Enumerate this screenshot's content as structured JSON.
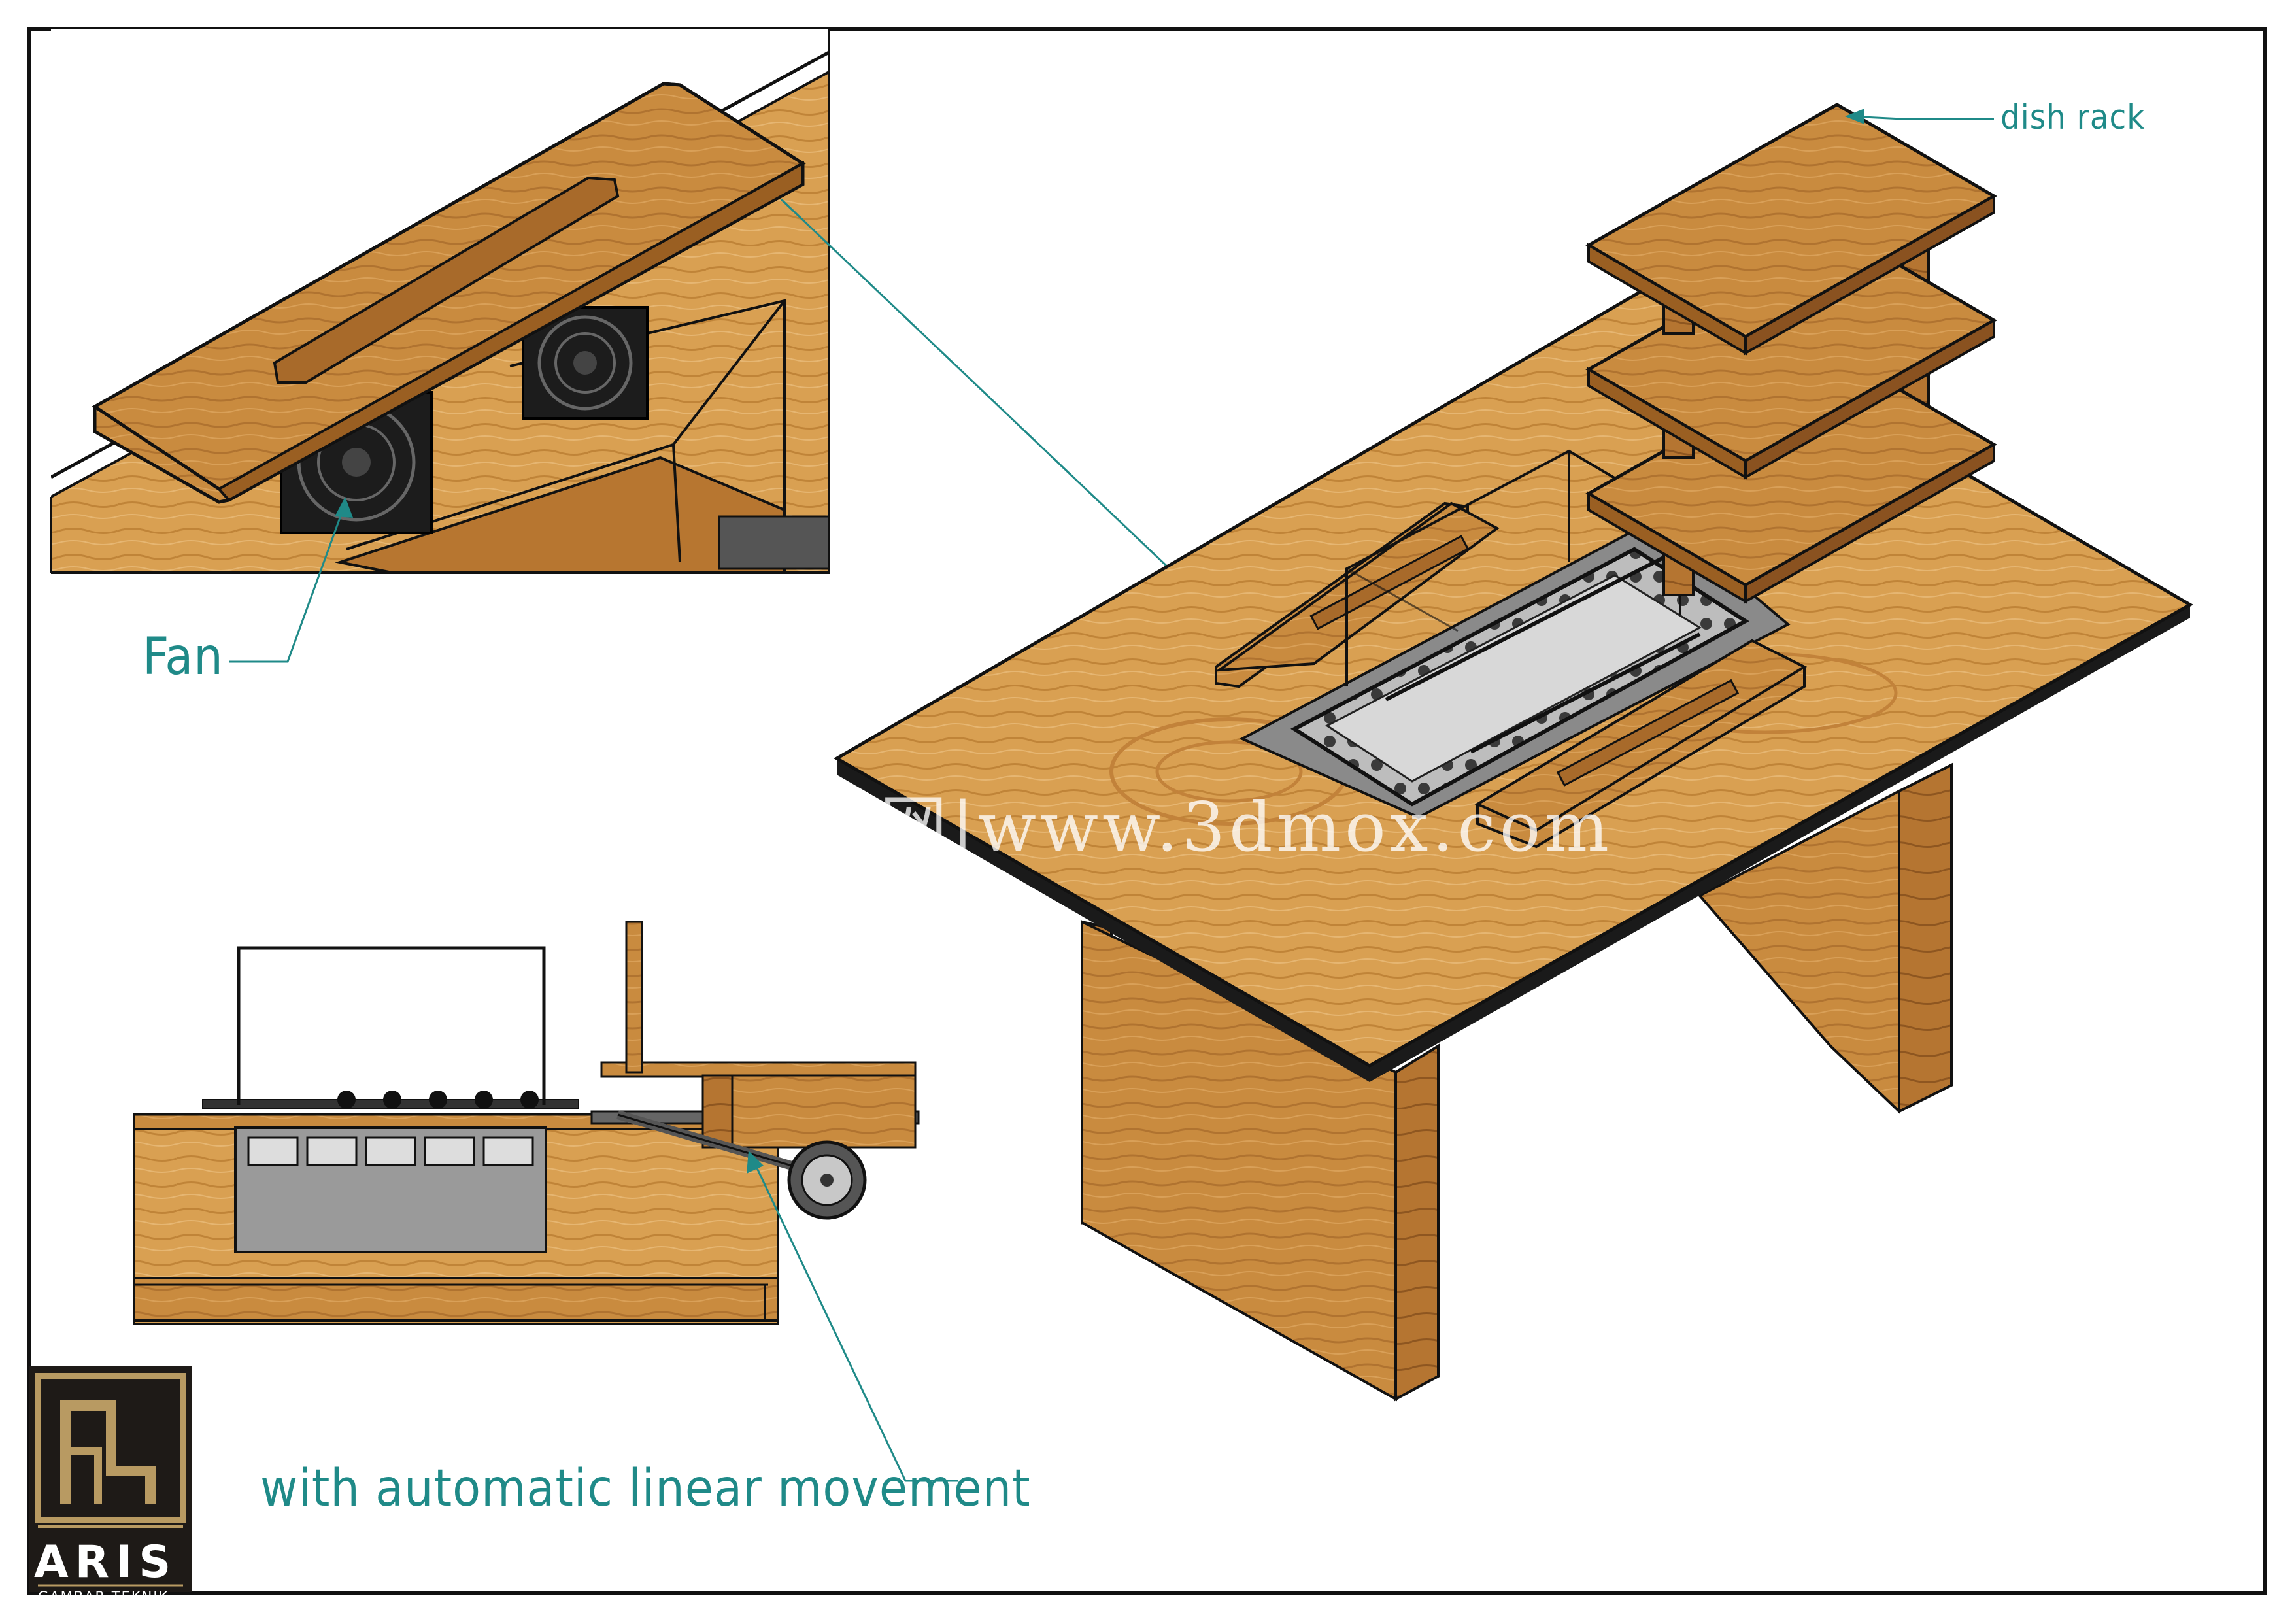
{
  "labels": {
    "fan": "Fan",
    "dish_rack": "dish rack",
    "linear_movement": "with automatic linear movement"
  },
  "watermark": "西网|www.3dmox.com",
  "logo": {
    "name": "ARIS",
    "subtitle": "GAMBAR TEKNIK"
  },
  "colors": {
    "callout": "#1f8a88",
    "wood": "#c8883a",
    "wood_dark": "#9a5f22",
    "metal": "#9a9a9a",
    "frame": "#1a1a1a",
    "logo_bg": "#1e1a17",
    "logo_gold": "#b89a62"
  }
}
